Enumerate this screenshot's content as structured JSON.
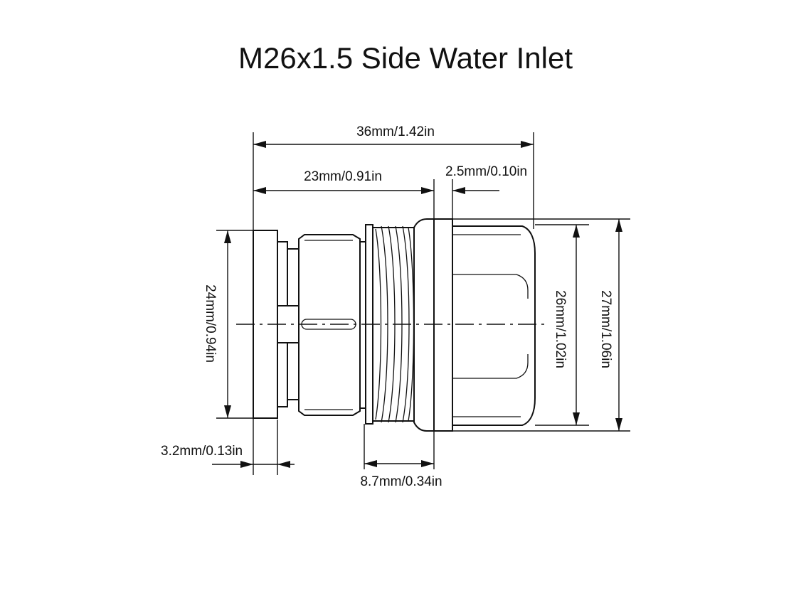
{
  "title": "M26x1.5 Side Water Inlet",
  "dimensions": {
    "overall_length": "36mm/1.42in",
    "body_length": "23mm/0.91in",
    "collar_thickness": "2.5mm/0.10in",
    "flange_diameter": "24mm/0.94in",
    "thread_diameter": "26mm/1.02in",
    "collar_diameter": "27mm/1.06in",
    "flange_thickness": "3.2mm/0.13in",
    "thread_length": "8.7mm/0.34in"
  },
  "style": {
    "line_color": "#111111",
    "background": "#ffffff"
  }
}
